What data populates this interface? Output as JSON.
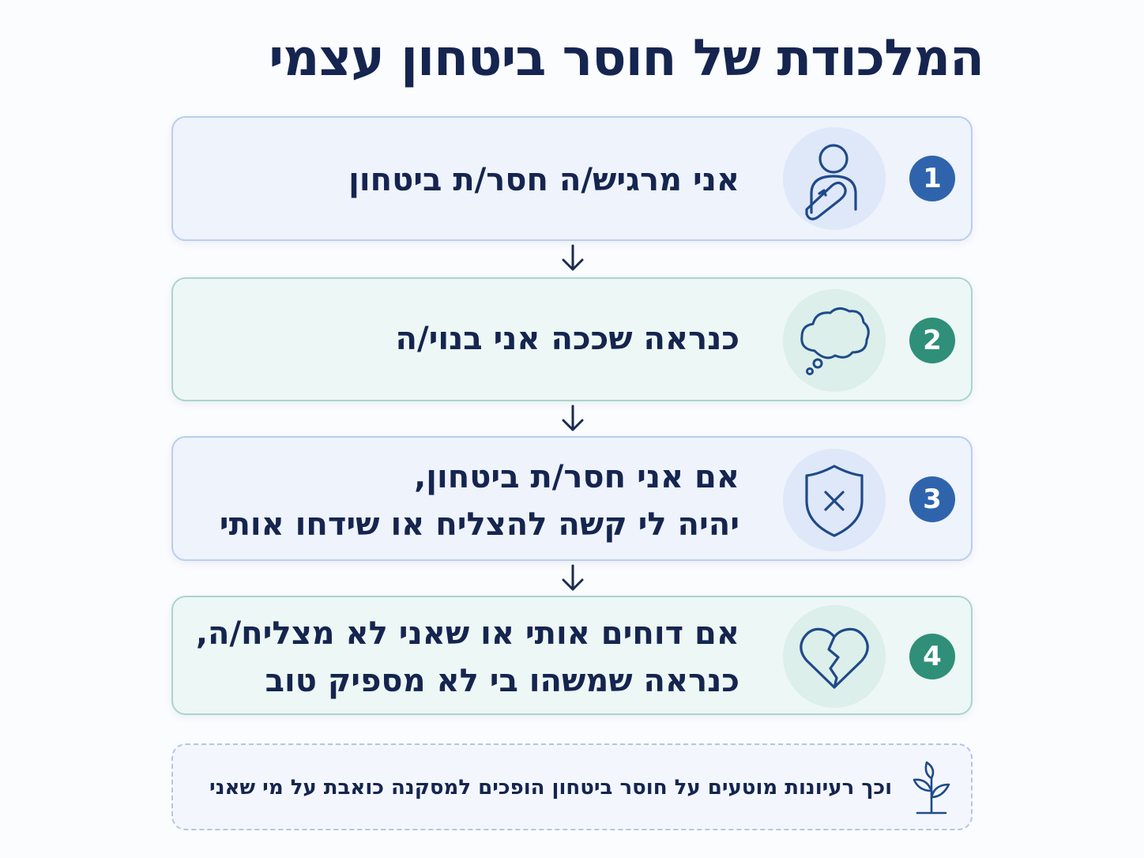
{
  "title": "המלכודת של חוסר ביטחון עצמי",
  "steps": [
    {
      "number": "1",
      "icon": "person-icon",
      "lines": [
        "אני מרגיש/ה חסר/ת ביטחון"
      ]
    },
    {
      "number": "2",
      "icon": "thought-bubble-icon",
      "lines": [
        "כנראה שככה אני בנוי/ה"
      ]
    },
    {
      "number": "3",
      "icon": "shield-x-icon",
      "lines": [
        "אם אני חסר/ת ביטחון,",
        "יהיה לי קשה להצליח או שידחו אותי"
      ]
    },
    {
      "number": "4",
      "icon": "broken-heart-icon",
      "lines": [
        "אם דוחים אותי או שאני לא מצליח/ה,",
        "כנראה שמשהו בי לא מספיק טוב"
      ]
    }
  ],
  "footer": {
    "icon": "sprout-icon",
    "text": "וכך רעיונות מוטעים על חוסר ביטחון הופכים למסקנה כואבת על מי שאני"
  },
  "colors": {
    "title": "#15254f",
    "blue_accent": "#2f64ad",
    "green_accent": "#2f8f79",
    "icon_stroke": "#1f4a8a",
    "arrow": "#1a2a50"
  }
}
